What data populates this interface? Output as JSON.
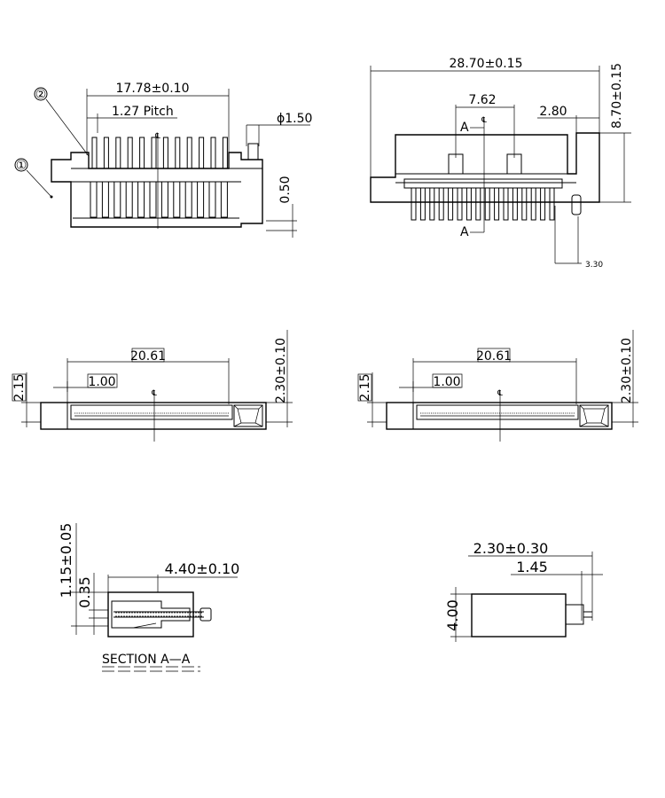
{
  "front_view": {
    "callout_1": "①",
    "callout_2": "②",
    "dim_width": "17.78±0.10",
    "dim_pitch": "1.27  Pitch",
    "dim_peg_dia": "ϕ1.50",
    "dim_peg_len": "0.50",
    "centerline": "℄",
    "pin_count": 12
  },
  "side_view": {
    "dim_width": "28.70±0.15",
    "dim_height": "8.70±0.15",
    "dim_peg_spacing": "7.62",
    "dim_offset": "2.80",
    "dim_tail": "3.30",
    "section_mark_top": "A",
    "section_mark_bottom": "A",
    "centerline": "℄",
    "pin_count": 16
  },
  "bottom_view_left": {
    "dim_length": "20.61",
    "dim_inset": "1.00",
    "dim_height_left": "2.15",
    "dim_height_right": "2.30±0.10",
    "centerline": "℄"
  },
  "bottom_view_right": {
    "dim_length": "20.61",
    "dim_inset": "1.00",
    "dim_height_left": "2.15",
    "dim_height_right": "2.30±0.10",
    "centerline": "℄"
  },
  "section_view": {
    "dim_overall_height": "1.15±0.05",
    "dim_slot": "0.35",
    "dim_depth": "4.40±0.10",
    "title": "SECTION  A—A"
  },
  "end_view": {
    "dim_width": "2.30±0.30",
    "dim_inner": "1.45",
    "dim_height": "4.00"
  }
}
